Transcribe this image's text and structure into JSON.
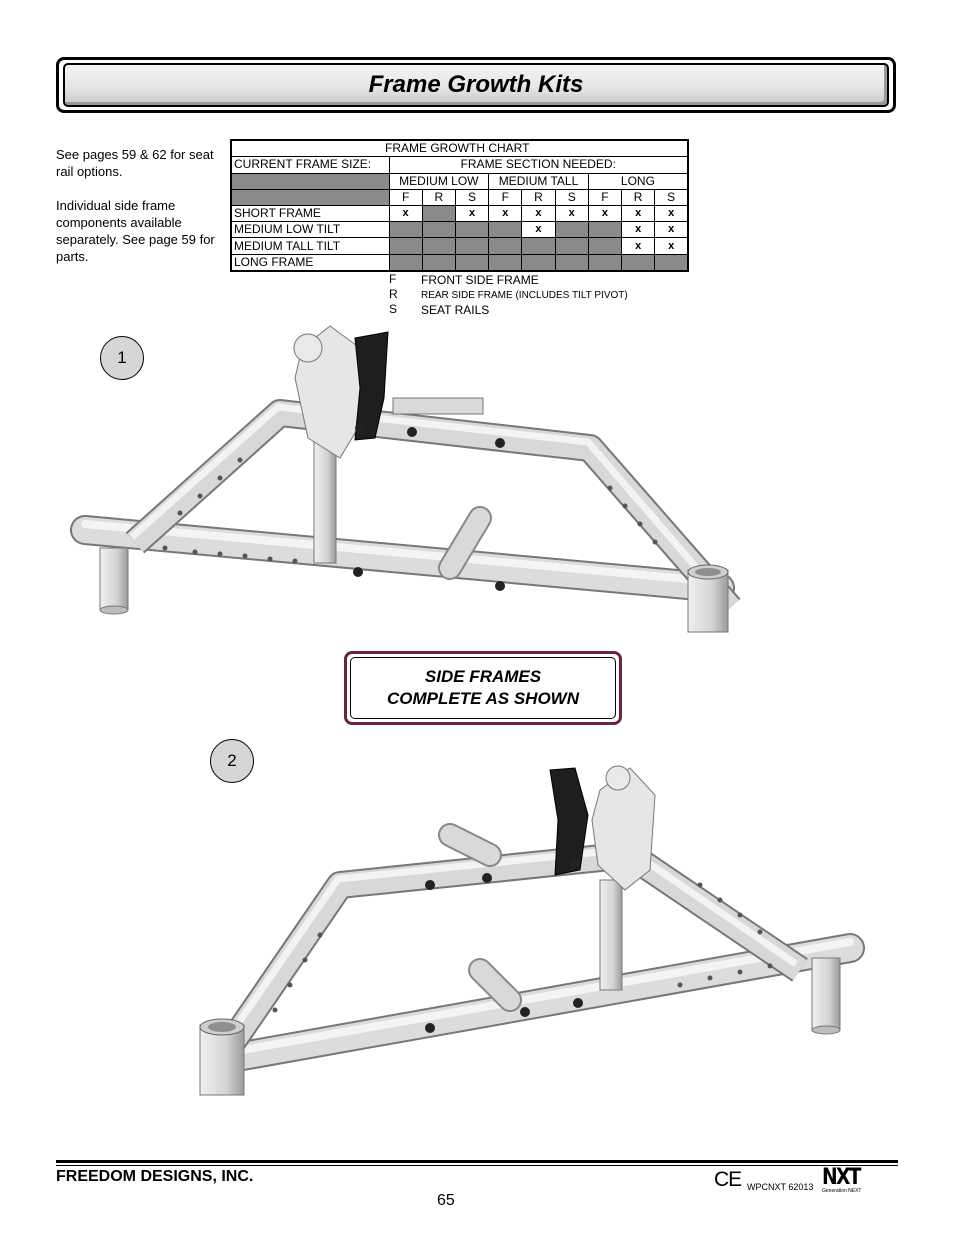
{
  "header": {
    "title": "Frame Growth Kits"
  },
  "notes": [
    "See pages 59 & 62 for seat rail options.",
    "Individual side frame components available separately.  See page 59 for parts."
  ],
  "chart": {
    "title": "FRAME GROWTH CHART",
    "row_header": "CURRENT FRAME SIZE:",
    "col_header": "FRAME SECTION NEEDED:",
    "groups": [
      "MEDIUM LOW",
      "MEDIUM TALL",
      "LONG"
    ],
    "subcols": [
      "F",
      "R",
      "S",
      "F",
      "R",
      "S",
      "F",
      "R",
      "S"
    ],
    "rows": [
      {
        "label": "SHORT FRAME",
        "cells": [
          "x",
          "",
          "x",
          "x",
          "x",
          "x",
          "x",
          "x",
          "x"
        ],
        "shaded": [
          false,
          true,
          false,
          false,
          false,
          false,
          false,
          false,
          false
        ]
      },
      {
        "label": "MEDIUM LOW TILT",
        "cells": [
          "",
          "",
          "",
          "",
          "x",
          "",
          "",
          "x",
          "x"
        ],
        "shaded": [
          true,
          true,
          true,
          true,
          false,
          true,
          true,
          false,
          false
        ]
      },
      {
        "label": "MEDIUM TALL TILT",
        "cells": [
          "",
          "",
          "",
          "",
          "",
          "",
          "",
          "x",
          "x"
        ],
        "shaded": [
          true,
          true,
          true,
          true,
          true,
          true,
          true,
          false,
          false
        ]
      },
      {
        "label": "LONG FRAME",
        "cells": [
          "",
          "",
          "",
          "",
          "",
          "",
          "",
          "",
          ""
        ],
        "shaded": [
          true,
          true,
          true,
          true,
          true,
          true,
          true,
          true,
          true
        ]
      }
    ]
  },
  "legend": [
    {
      "key": "F",
      "value": "FRONT SIDE FRAME"
    },
    {
      "key": "R",
      "value": "REAR SIDE FRAME (INCLUDES TILT PIVOT)"
    },
    {
      "key": "S",
      "value": "SEAT RAILS"
    }
  ],
  "figures": {
    "one": "1",
    "two": "2"
  },
  "callout": {
    "line1": "SIDE FRAMES",
    "line2": "COMPLETE AS SHOWN"
  },
  "footer": {
    "company": "FREEDOM DESIGNS, INC.",
    "page": "65",
    "ce": "CE",
    "code": "WPCNXT 62013",
    "logo": "NXT",
    "logo_sub": "Generation NEXT"
  },
  "colors": {
    "callout_border": "#6b2345",
    "shaded_cell": "#8a8a8a",
    "figure_badge": "#d6d6d6"
  }
}
